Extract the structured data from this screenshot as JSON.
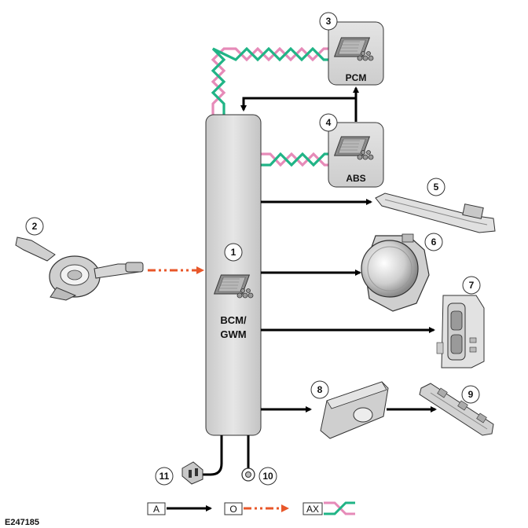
{
  "modules": {
    "bcm": {
      "line1": "BCM/",
      "line2": "GWM"
    },
    "pcm": "PCM",
    "abs": "ABS"
  },
  "callouts": [
    "1",
    "2",
    "3",
    "4",
    "5",
    "6",
    "7",
    "8",
    "9",
    "10",
    "11"
  ],
  "legend": {
    "solid": "A",
    "dashed": "O",
    "can": "AX"
  },
  "figure_ref": "E247185",
  "colors": {
    "can_green": "#20b486",
    "can_pink": "#e68ab8",
    "dashed_orange": "#e8572a",
    "module_grey": "#d4d4d4"
  }
}
